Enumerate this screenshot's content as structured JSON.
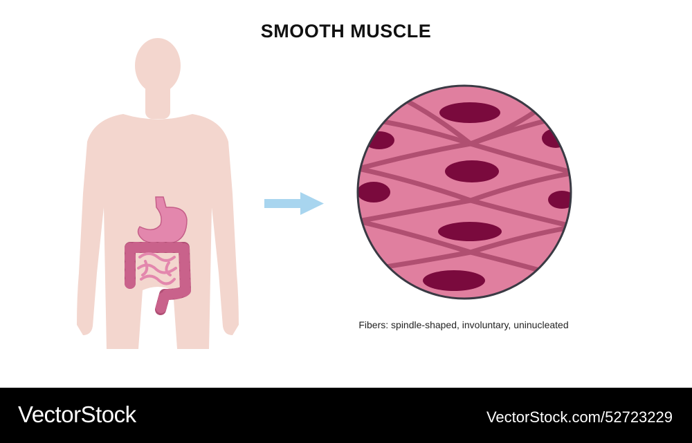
{
  "title": "SMOOTH MUSCLE",
  "caption": "Fibers: spindle-shaped, involuntary, uninucleated",
  "footer": {
    "brand": "VectorStock",
    "image_id": "VectorStock.com/52723229"
  },
  "colors": {
    "body": "#f3d6ce",
    "organ_pink": "#e387ad",
    "intestine_dark": "#b04f75",
    "tissue": "#e07f9f",
    "fiber_line": "#b04f71",
    "nucleus": "#7a0a3d",
    "circle_border": "#3a3a44",
    "arrow": "#a8d5ef",
    "footer_bg": "#000000"
  },
  "icons": [
    "human-body-silhouette",
    "stomach-icon",
    "intestine-icon",
    "arrow-icon",
    "muscle-tissue-magnified"
  ]
}
